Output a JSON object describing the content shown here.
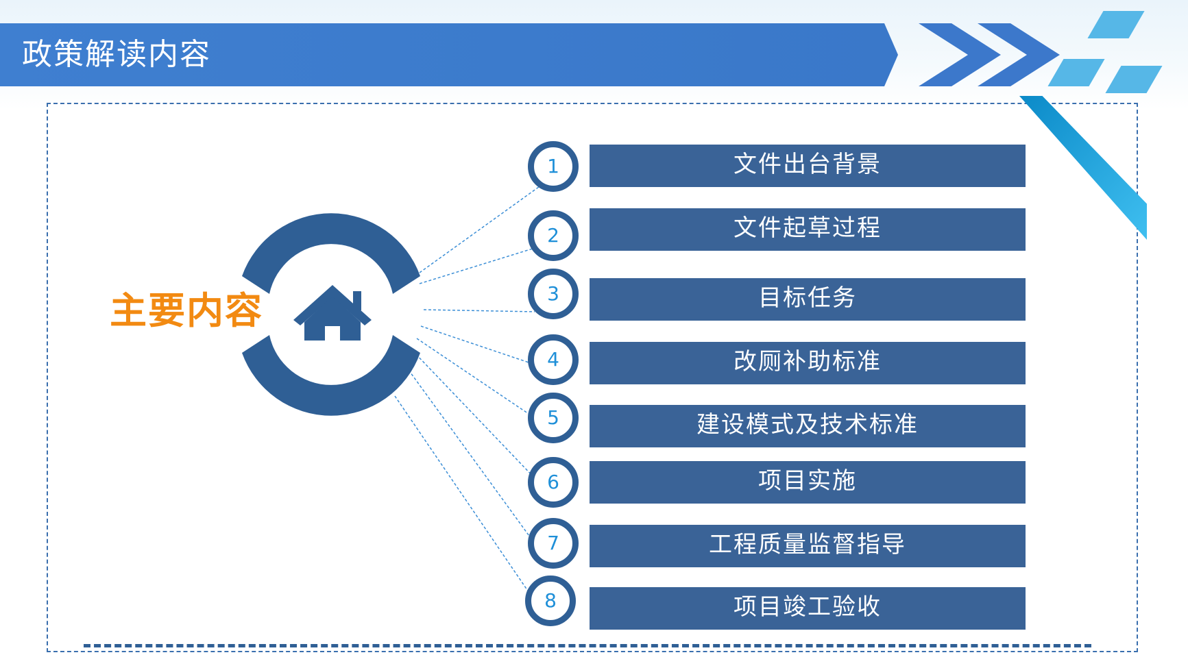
{
  "header": {
    "title": "政策解读内容"
  },
  "center": {
    "label": "主要内容"
  },
  "items": [
    {
      "number": "1",
      "label": "文件出台背景"
    },
    {
      "number": "2",
      "label": "文件起草过程"
    },
    {
      "number": "3",
      "label": "目标任务"
    },
    {
      "number": "4",
      "label": "改厕补助标准"
    },
    {
      "number": "5",
      "label": "建设模式及技术标准"
    },
    {
      "number": "6",
      "label": "项目实施"
    },
    {
      "number": "7",
      "label": "工程质量监督指导"
    },
    {
      "number": "8",
      "label": "项目竣工验收"
    }
  ],
  "colors": {
    "header": "#3d7bcd",
    "bar": "#3a6397",
    "accent": "#f28a12",
    "number": "#1e8fd8"
  },
  "icons": {
    "center": "home-icon"
  }
}
